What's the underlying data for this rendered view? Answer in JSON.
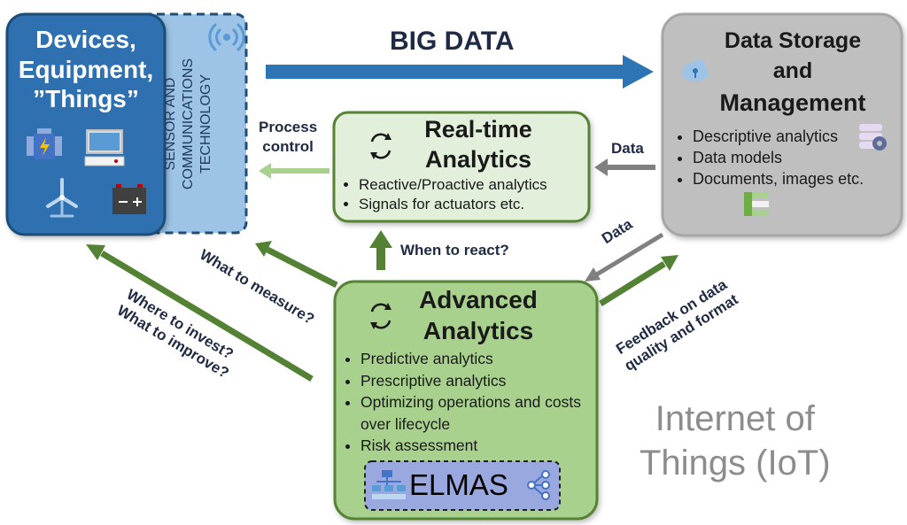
{
  "devices": {
    "title": [
      "Devices,",
      "Equipment,",
      "”Things”"
    ],
    "sensor_label": [
      "SENSOR AND",
      "COMMUNICATIONS",
      "TECHNOLOGY"
    ],
    "icons": [
      "engine-icon",
      "computer-icon",
      "wind-turbine-icon",
      "battery-icon",
      "wireless-signal-icon"
    ]
  },
  "big_data": {
    "label": "BIG DATA"
  },
  "storage": {
    "title": [
      "Data Storage",
      "and",
      "Management"
    ],
    "items": [
      "Descriptive analytics",
      "Data models",
      "Documents, images etc."
    ],
    "icons": [
      "cloud-icon",
      "database-gear-icon",
      "stacked-bars-icon"
    ]
  },
  "realtime": {
    "title": [
      "Real-time",
      "Analytics"
    ],
    "items": [
      "Reactive/Proactive analytics",
      "Signals for actuators etc."
    ],
    "icon": "refresh-icon"
  },
  "advanced": {
    "title": [
      "Advanced",
      "Analytics"
    ],
    "items": [
      "Predictive analytics",
      "Prescriptive analytics",
      "Optimizing operations and costs over lifecycle",
      "Risk assessment"
    ],
    "icon": "refresh-icon"
  },
  "elmas": {
    "label": "ELMAS",
    "icons": [
      "hierarchy-icon",
      "network-icon"
    ]
  },
  "arrow_labels": {
    "process_control": [
      "Process",
      "control"
    ],
    "data_in": "Data",
    "when_to_react": "When to react?",
    "data_out": "Data",
    "feedback": [
      "Feedback on data",
      "quality and format"
    ],
    "what_to_measure": "What to measure?",
    "where_to_invest": [
      "Where to invest?",
      "What to improve?"
    ]
  },
  "iot": {
    "label": [
      "Internet of",
      "Things (IoT)"
    ]
  },
  "colors": {
    "devices_fill": "#2e6fb0",
    "devices_border": "#1f4e79",
    "sensor_fill": "#9dc3e6",
    "bigdata_arrow": "#2e75b6",
    "storage_fill": "#bfbfbf",
    "storage_border": "#a6a6a6",
    "realtime_fill": "#e2efda",
    "advanced_fill": "#a9d18e",
    "green_border": "#548235",
    "green_arrow": "#548235",
    "light_green_arrow": "#a9d18e",
    "gray_arrow": "#808080",
    "elmas_fill": "#9aa8e0",
    "iot_text": "#8c8c8c"
  }
}
